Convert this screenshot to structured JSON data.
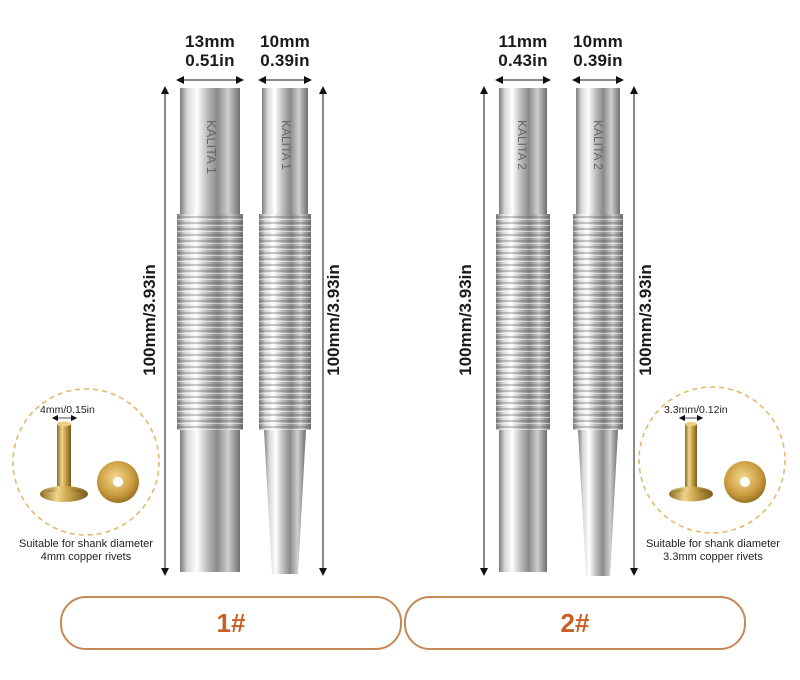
{
  "set1": {
    "punch_a": {
      "width_mm": "13mm",
      "width_in": "0.51in",
      "length": "100mm/3.93in"
    },
    "punch_b": {
      "width_mm": "10mm",
      "width_in": "0.39in",
      "length": "100mm/3.93in"
    },
    "rivet": {
      "size": "4mm/0.15in",
      "note_line1": "Suitable for shank diameter",
      "note_line2": "4mm copper rivets"
    },
    "label": "1#"
  },
  "set2": {
    "punch_a": {
      "width_mm": "11mm",
      "width_in": "0.43in",
      "length": "100mm/3.93in"
    },
    "punch_b": {
      "width_mm": "10mm",
      "width_in": "0.39in",
      "length": "100mm/3.93in"
    },
    "rivet": {
      "size": "3.3mm/0.12in",
      "note_line1": "Suitable for shank diameter",
      "note_line2": "3.3mm copper rivets"
    },
    "label": "2#"
  },
  "colors": {
    "accent_border": "#c48a55",
    "accent_text": "#c95f22",
    "circle_dash": "#e8b86a",
    "brass": "#c9a24a"
  },
  "icons": [
    "punch-tool",
    "copper-rivet",
    "copper-washer",
    "dimension-arrow"
  ]
}
